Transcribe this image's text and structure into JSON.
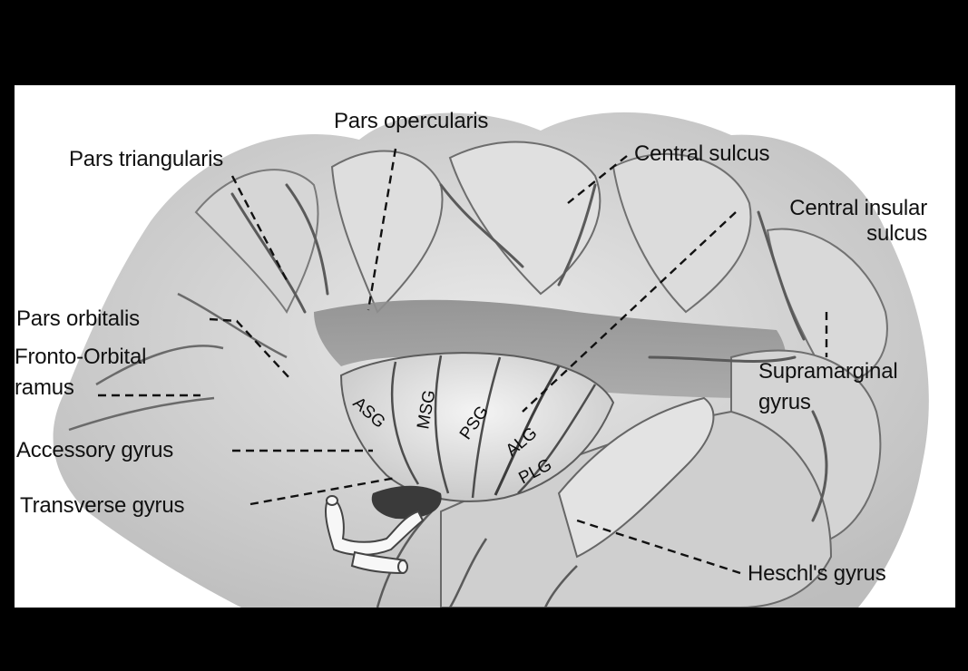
{
  "labels": {
    "pars_opercularis": "Pars opercularis",
    "pars_triangularis": "Pars triangularis",
    "central_sulcus": "Central sulcus",
    "central_insular_sulcus_line1": "Central insular",
    "central_insular_sulcus_line2": "sulcus",
    "pars_orbitalis": "Pars orbitalis",
    "fronto_orbital_line1": "Fronto-Orbital",
    "fronto_orbital_line2": "ramus",
    "supramarginal_line1": "Supramarginal",
    "supramarginal_line2": "gyrus",
    "accessory_gyrus": "Accessory gyrus",
    "transverse_gyrus": "Transverse gyrus",
    "heschls_gyrus": "Heschl's gyrus"
  },
  "gyri": {
    "asg": "ASG",
    "msg": "MSG",
    "psg": "PSG",
    "alg": "ALG",
    "plg": "PLG"
  }
}
